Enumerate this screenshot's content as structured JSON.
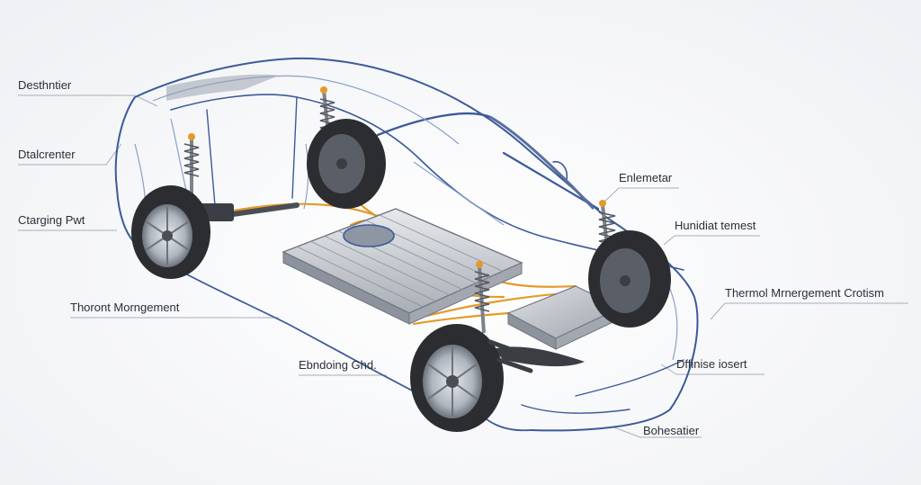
{
  "diagram": {
    "subject": "electric-vehicle-cutaway",
    "colors": {
      "body_outline": "#3c5a9a",
      "body_outline_light": "#8aa0c8",
      "cable": "#e49a2a",
      "battery_fill": "#c9ccd1",
      "tire": "#2b2d31",
      "rim": "#b9bec6",
      "leader_line": "#9aa3b0",
      "label_text": "#2a2f38"
    },
    "callouts": [
      {
        "id": "deathntier",
        "label": "Desthntier"
      },
      {
        "id": "dralcrenter",
        "label": "Dtalcrenter"
      },
      {
        "id": "charging-port",
        "label": "Ctarging Pwt"
      },
      {
        "id": "thermal-management-left",
        "label": "Thoront Morngement"
      },
      {
        "id": "braking-unit",
        "label": "Ebndoing Ghd."
      },
      {
        "id": "internator",
        "label": "Enlemetar"
      },
      {
        "id": "humidiat-sensor",
        "label": "Hunidiat temest"
      },
      {
        "id": "thermal-management-system",
        "label": "Thermol Mrnergement Crotism"
      },
      {
        "id": "diffuser-lower",
        "label": "Dffinise iosert"
      },
      {
        "id": "bolsatier",
        "label": "Bohesatier"
      }
    ]
  }
}
